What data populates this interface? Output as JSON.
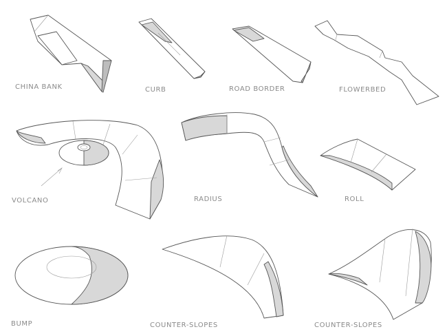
{
  "items": [
    {
      "id": "china-bank",
      "label": "CHINA BANK"
    },
    {
      "id": "curb",
      "label": "CURB"
    },
    {
      "id": "road-border",
      "label": "ROAD BORDER"
    },
    {
      "id": "flowerbed",
      "label": "FLOWERBED"
    },
    {
      "id": "volcano",
      "label": "VOLCANO"
    },
    {
      "id": "radius",
      "label": "RADIUS"
    },
    {
      "id": "roll",
      "label": "ROLL"
    },
    {
      "id": "bump",
      "label": "BUMP"
    },
    {
      "id": "counter-slopes-1",
      "label": "COUNTER-SLOPES"
    },
    {
      "id": "counter-slopes-2",
      "label": "COUNTER-SLOPES"
    }
  ]
}
